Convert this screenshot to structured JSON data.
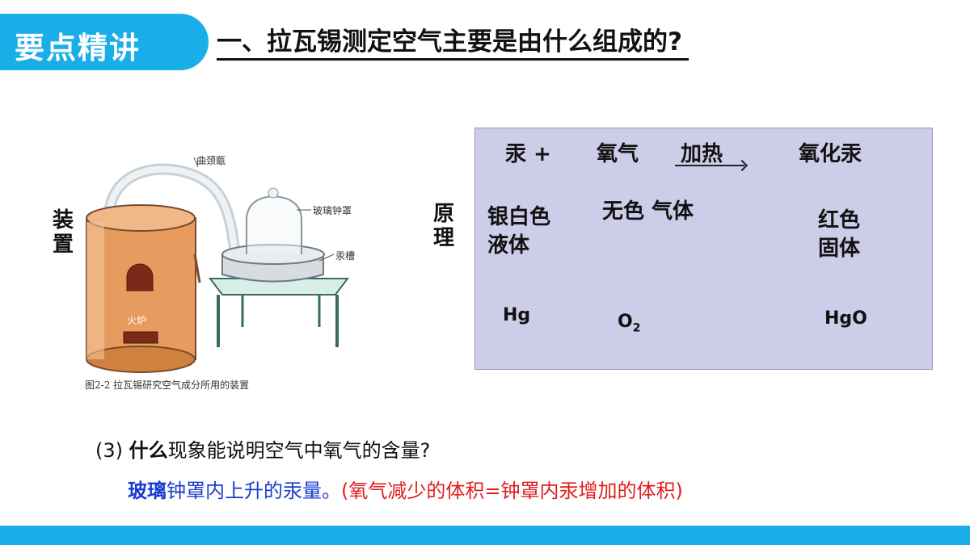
{
  "header": {
    "badge": "要点精讲",
    "title": "一、拉瓦锡测定空气主要是由什么组成的?"
  },
  "labels": {
    "apparatus": "装置",
    "principle": "原理"
  },
  "figure": {
    "retort_label": "曲颈甑",
    "bell_label": "玻璃钟罩",
    "trough_label": "汞槽",
    "furnace_label": "火炉",
    "caption": "图2-2  拉瓦锡研究空气成分所用的装置"
  },
  "principle": {
    "reactant1": "汞 +",
    "reactant2": "氧气",
    "condition": "加热",
    "product": "氧化汞",
    "r1_state_line1": "银白色",
    "r1_state_line2": "液体",
    "r2_state": "无色  气体",
    "p_state_line1": "红色",
    "p_state_line2": "固体",
    "r1_formula": "Hg",
    "r2_formula_main": "O",
    "r2_formula_sub": "2",
    "p_formula": "HgO"
  },
  "question": {
    "prefix": "(3)",
    "bold": "什么",
    "rest": "现象能说明空气中氧气的含量?"
  },
  "answer": {
    "bold": "玻璃",
    "text": "钟罩内上升的汞量。",
    "note": "(氧气减少的体积=钟罩内汞增加的体积)"
  },
  "colors": {
    "accent": "#1aaee8",
    "box": "#cdcde9",
    "answer": "#1a3bd0",
    "note": "#e01e1e"
  }
}
